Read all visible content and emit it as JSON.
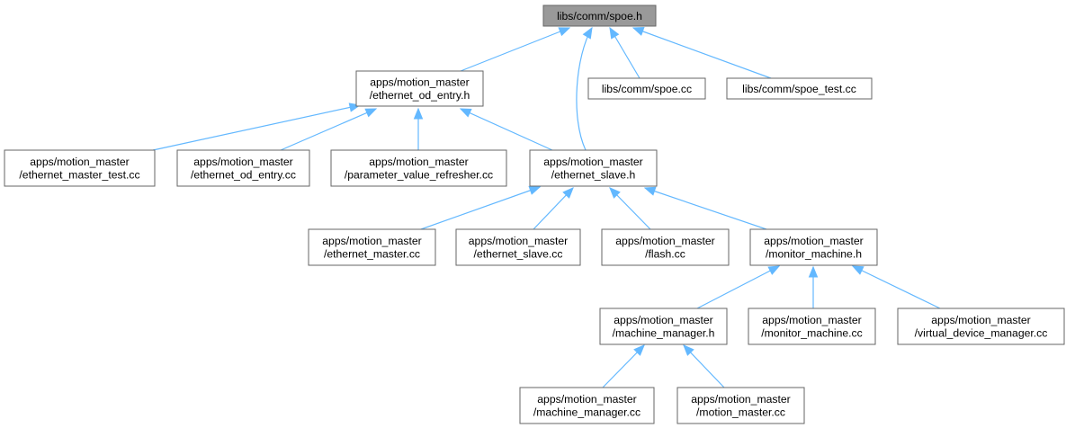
{
  "colors": {
    "edge": "#63b8ff",
    "node_border": "#666666",
    "root_fill": "#999999",
    "node_fill": "#ffffff"
  },
  "nodes": {
    "root": {
      "lines": [
        "libs/comm/spoe.h"
      ]
    },
    "od_entry_h": {
      "lines": [
        "apps/motion_master",
        "/ethernet_od_entry.h"
      ]
    },
    "spoe_cc": {
      "lines": [
        "libs/comm/spoe.cc"
      ]
    },
    "spoe_test": {
      "lines": [
        "libs/comm/spoe_test.cc"
      ]
    },
    "em_test": {
      "lines": [
        "apps/motion_master",
        "/ethernet_master_test.cc"
      ]
    },
    "od_entry_cc": {
      "lines": [
        "apps/motion_master",
        "/ethernet_od_entry.cc"
      ]
    },
    "pvr": {
      "lines": [
        "apps/motion_master",
        "/parameter_value_refresher.cc"
      ]
    },
    "slave_h": {
      "lines": [
        "apps/motion_master",
        "/ethernet_slave.h"
      ]
    },
    "em_cc": {
      "lines": [
        "apps/motion_master",
        "/ethernet_master.cc"
      ]
    },
    "slave_cc": {
      "lines": [
        "apps/motion_master",
        "/ethernet_slave.cc"
      ]
    },
    "flash": {
      "lines": [
        "apps/motion_master",
        "/flash.cc"
      ]
    },
    "mon_h": {
      "lines": [
        "apps/motion_master",
        "/monitor_machine.h"
      ]
    },
    "mm_h": {
      "lines": [
        "apps/motion_master",
        "/machine_manager.h"
      ]
    },
    "mon_cc": {
      "lines": [
        "apps/motion_master",
        "/monitor_machine.cc"
      ]
    },
    "vdm": {
      "lines": [
        "apps/motion_master",
        "/virtual_device_manager.cc"
      ]
    },
    "mm_cc": {
      "lines": [
        "apps/motion_master",
        "/machine_manager.cc"
      ]
    },
    "master_cc": {
      "lines": [
        "apps/motion_master",
        "/motion_master.cc"
      ]
    }
  },
  "edges": [
    {
      "from": "od_entry_h",
      "to": "root"
    },
    {
      "from": "slave_h",
      "to": "root"
    },
    {
      "from": "spoe_cc",
      "to": "root"
    },
    {
      "from": "spoe_test",
      "to": "root"
    },
    {
      "from": "em_test",
      "to": "od_entry_h"
    },
    {
      "from": "od_entry_cc",
      "to": "od_entry_h"
    },
    {
      "from": "pvr",
      "to": "od_entry_h"
    },
    {
      "from": "slave_h",
      "to": "od_entry_h"
    },
    {
      "from": "em_cc",
      "to": "slave_h"
    },
    {
      "from": "slave_cc",
      "to": "slave_h"
    },
    {
      "from": "flash",
      "to": "slave_h"
    },
    {
      "from": "mon_h",
      "to": "slave_h"
    },
    {
      "from": "mm_h",
      "to": "mon_h"
    },
    {
      "from": "mon_cc",
      "to": "mon_h"
    },
    {
      "from": "vdm",
      "to": "mon_h"
    },
    {
      "from": "mm_cc",
      "to": "mm_h"
    },
    {
      "from": "master_cc",
      "to": "mm_h"
    }
  ]
}
